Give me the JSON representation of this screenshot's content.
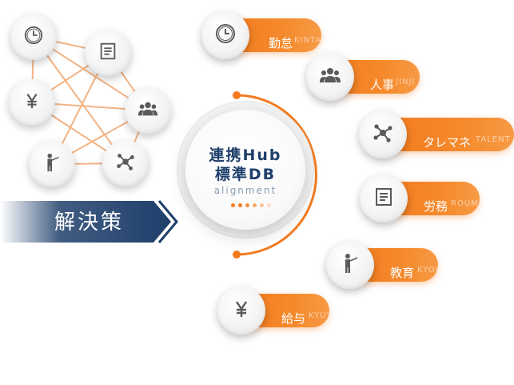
{
  "colors": {
    "accent_orange": "#f37b1f",
    "navy": "#1f3f6b",
    "icon_gray": "#5a5a5a",
    "line_orange": "#f3b383"
  },
  "network": {
    "nodes": [
      {
        "id": "clock",
        "icon": "clock-icon"
      },
      {
        "id": "document",
        "icon": "document-icon"
      },
      {
        "id": "yen",
        "icon": "yen-icon"
      },
      {
        "id": "people",
        "icon": "people-icon"
      },
      {
        "id": "presenter",
        "icon": "presenter-icon"
      },
      {
        "id": "molecule",
        "icon": "network-icon"
      }
    ]
  },
  "solution": {
    "label": "解決策"
  },
  "hub": {
    "line1": "連携Hub",
    "line2": "標準DB",
    "subtitle": "alignment"
  },
  "modules": [
    {
      "label": "勤怠",
      "romaji": "KINTAI",
      "icon": "clock-icon"
    },
    {
      "label": "人事",
      "romaji": "JINJI",
      "icon": "people-icon"
    },
    {
      "label": "タレマネ",
      "romaji": "TALENT",
      "icon": "network-icon"
    },
    {
      "label": "労務",
      "romaji": "ROUMU",
      "icon": "document-icon"
    },
    {
      "label": "教育",
      "romaji": "KYOIKU",
      "icon": "presenter-icon"
    },
    {
      "label": "給与",
      "romaji": "KYUYO",
      "icon": "yen-icon"
    }
  ]
}
